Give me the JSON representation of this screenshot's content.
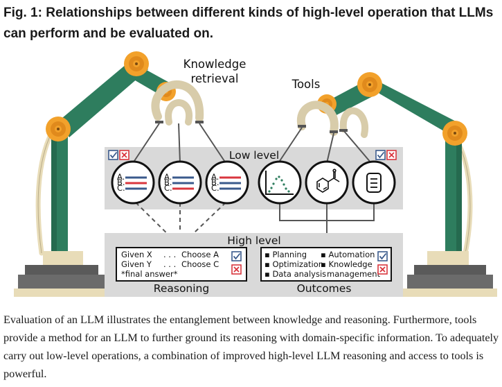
{
  "figure": {
    "title": "Fig. 1: Relationships between different kinds of high-level operation that LLMs can perform and be evaluated on.",
    "caption": "Evaluation of an LLM illustrates the entanglement between knowledge and reasoning. Furthermore, tools provide a method for an LLM to further ground its reasoning with domain-specific information. To adequately carry out low-level operations, a combination of improved high-level LLM reasoning and access to tools is powerful."
  },
  "diagram": {
    "knowledge_line1": "Knowledge",
    "knowledge_line2": "retrieval",
    "tools_label": "Tools",
    "low_level_label": "Low level",
    "high_level_label": "High level",
    "reasoning": {
      "label": "Reasoning",
      "line1_left": "Given X",
      "line1_dots": ". . .",
      "line1_right": "Choose A",
      "line2_left": "Given Y",
      "line2_dots": ". . .",
      "line2_right": "Choose C",
      "line3": "*final answer*"
    },
    "outcomes": {
      "label": "Outcomes",
      "col1": [
        "Planning",
        "Optimization",
        "Data analysis"
      ],
      "col2": [
        "Automation",
        "Knowledge",
        "management"
      ]
    },
    "option_letters": [
      "A.",
      "B.",
      "C."
    ],
    "colors": {
      "arm_green": "#2e7d5e",
      "joint_orange": "#f2a12b",
      "panel_gray": "#d9d9d9",
      "check_blue": "#3a5a8c",
      "cross_red": "#d9363e"
    }
  }
}
